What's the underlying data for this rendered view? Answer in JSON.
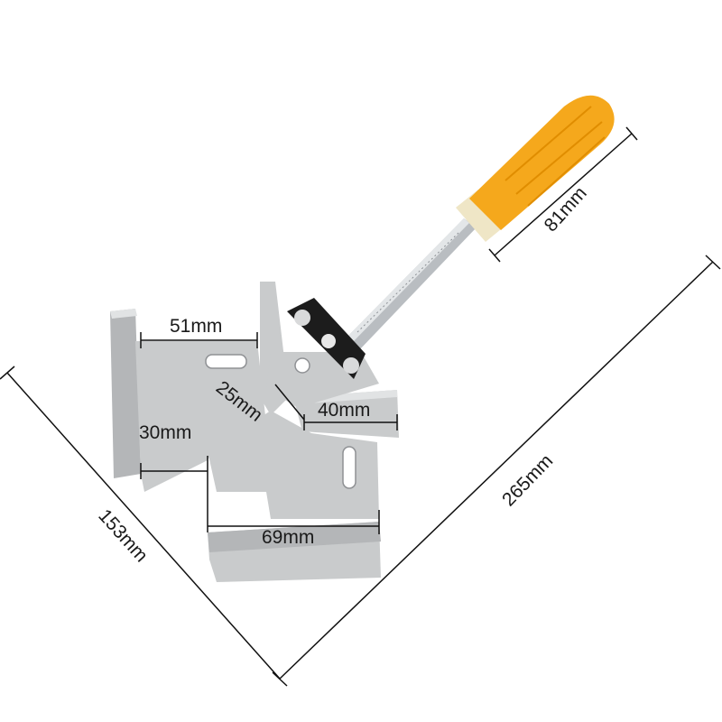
{
  "product": {
    "accent_handle": "#f5a81c",
    "handle_cap": "#efe6c6",
    "metal": "#c9cbcc"
  },
  "dimensions": {
    "d51": "51mm",
    "d25": "25mm",
    "d40": "40mm",
    "d30": "30mm",
    "d69": "69mm",
    "d81": "81mm",
    "d153": "153mm",
    "d265": "265mm"
  }
}
